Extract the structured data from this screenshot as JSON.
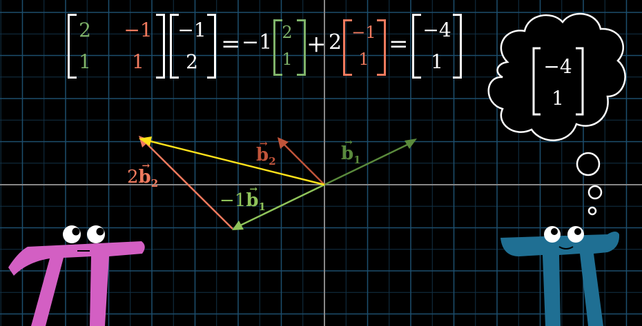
{
  "equation": {
    "matrix": [
      [
        "2",
        "−1"
      ],
      [
        "1",
        "1"
      ]
    ],
    "input_vector": [
      "−1",
      "2"
    ],
    "eq_sign": "=",
    "coef1": "−1",
    "col1": [
      "2",
      "1"
    ],
    "plus": "+",
    "coef2": "2",
    "col2": [
      "−1",
      "1"
    ],
    "result": [
      "−4",
      "1"
    ]
  },
  "thought_bubble": {
    "vector": [
      "−4",
      "1"
    ]
  },
  "labels": {
    "b1": {
      "letter": "b",
      "sub": "1"
    },
    "b2": {
      "letter": "b",
      "sub": "2"
    },
    "scaled_b1": {
      "coef": "−1",
      "letter": "b",
      "sub": "1"
    },
    "scaled_b2": {
      "coef": "2",
      "letter": "b",
      "sub": "2"
    }
  },
  "colors": {
    "background": "#000000",
    "grid_major": "#1d4f6e",
    "grid_minor": "#123247",
    "axes": "#888888",
    "b1": "#5a8a3c",
    "b1_scaled": "#8fc35a",
    "b2": "#c0543a",
    "b2_scaled": "#f07a5e",
    "sum": "#ffe21a",
    "col1_text": "#7fb36a",
    "col2_text": "#f07a5e",
    "pink_creature": "#d35fc3",
    "blue_creature": "#1f6f93"
  },
  "icons": [
    "pi-creature-pink",
    "pi-creature-blue",
    "thought-bubble"
  ]
}
